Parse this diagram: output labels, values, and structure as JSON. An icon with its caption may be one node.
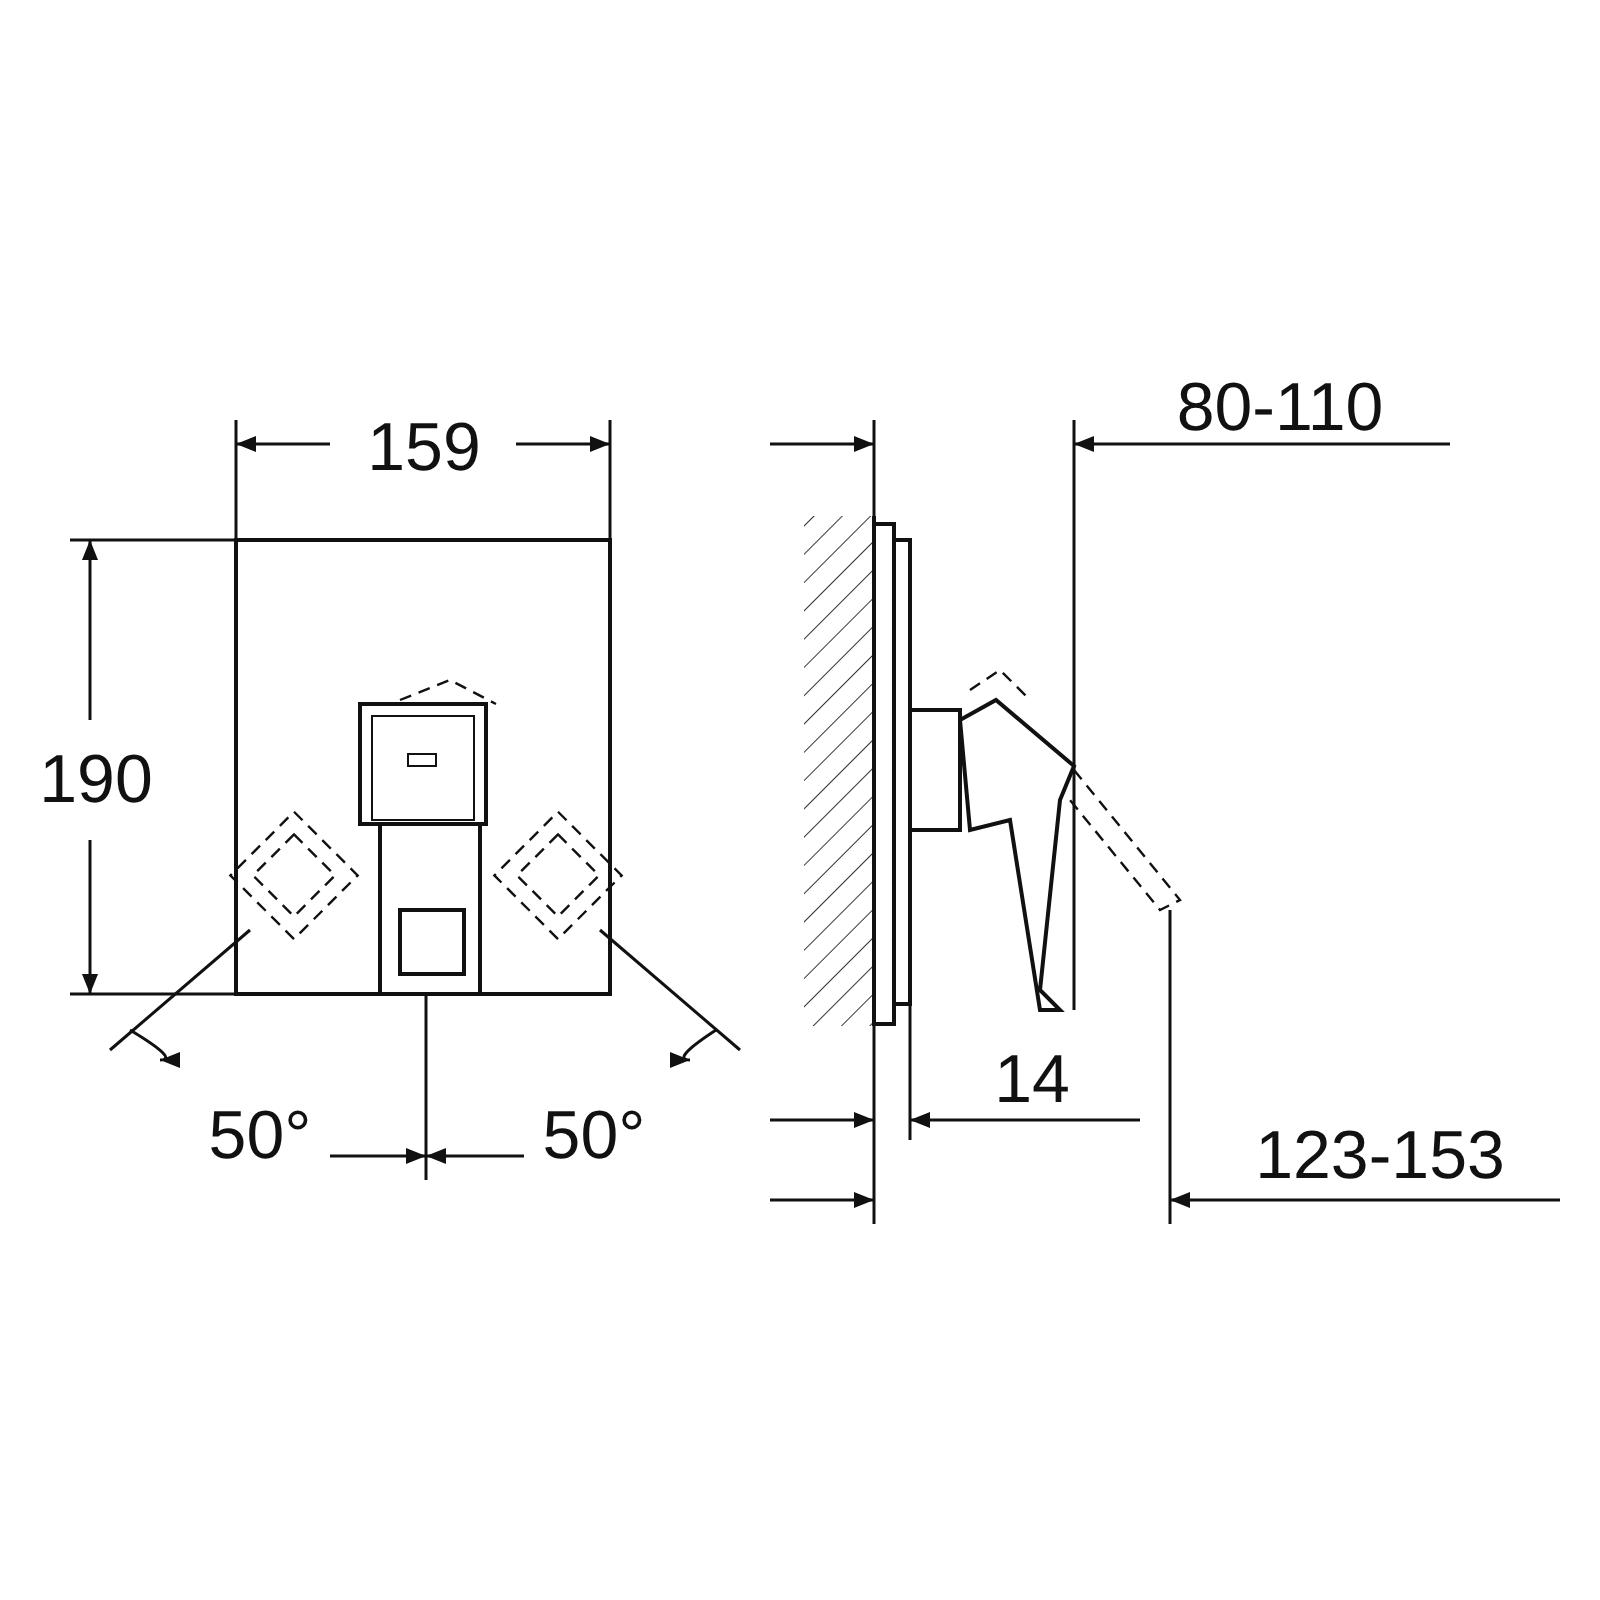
{
  "diagram": {
    "labels": [
      "159",
      "190",
      "50°",
      "50°",
      "80-110",
      "14",
      "123-153"
    ]
  }
}
